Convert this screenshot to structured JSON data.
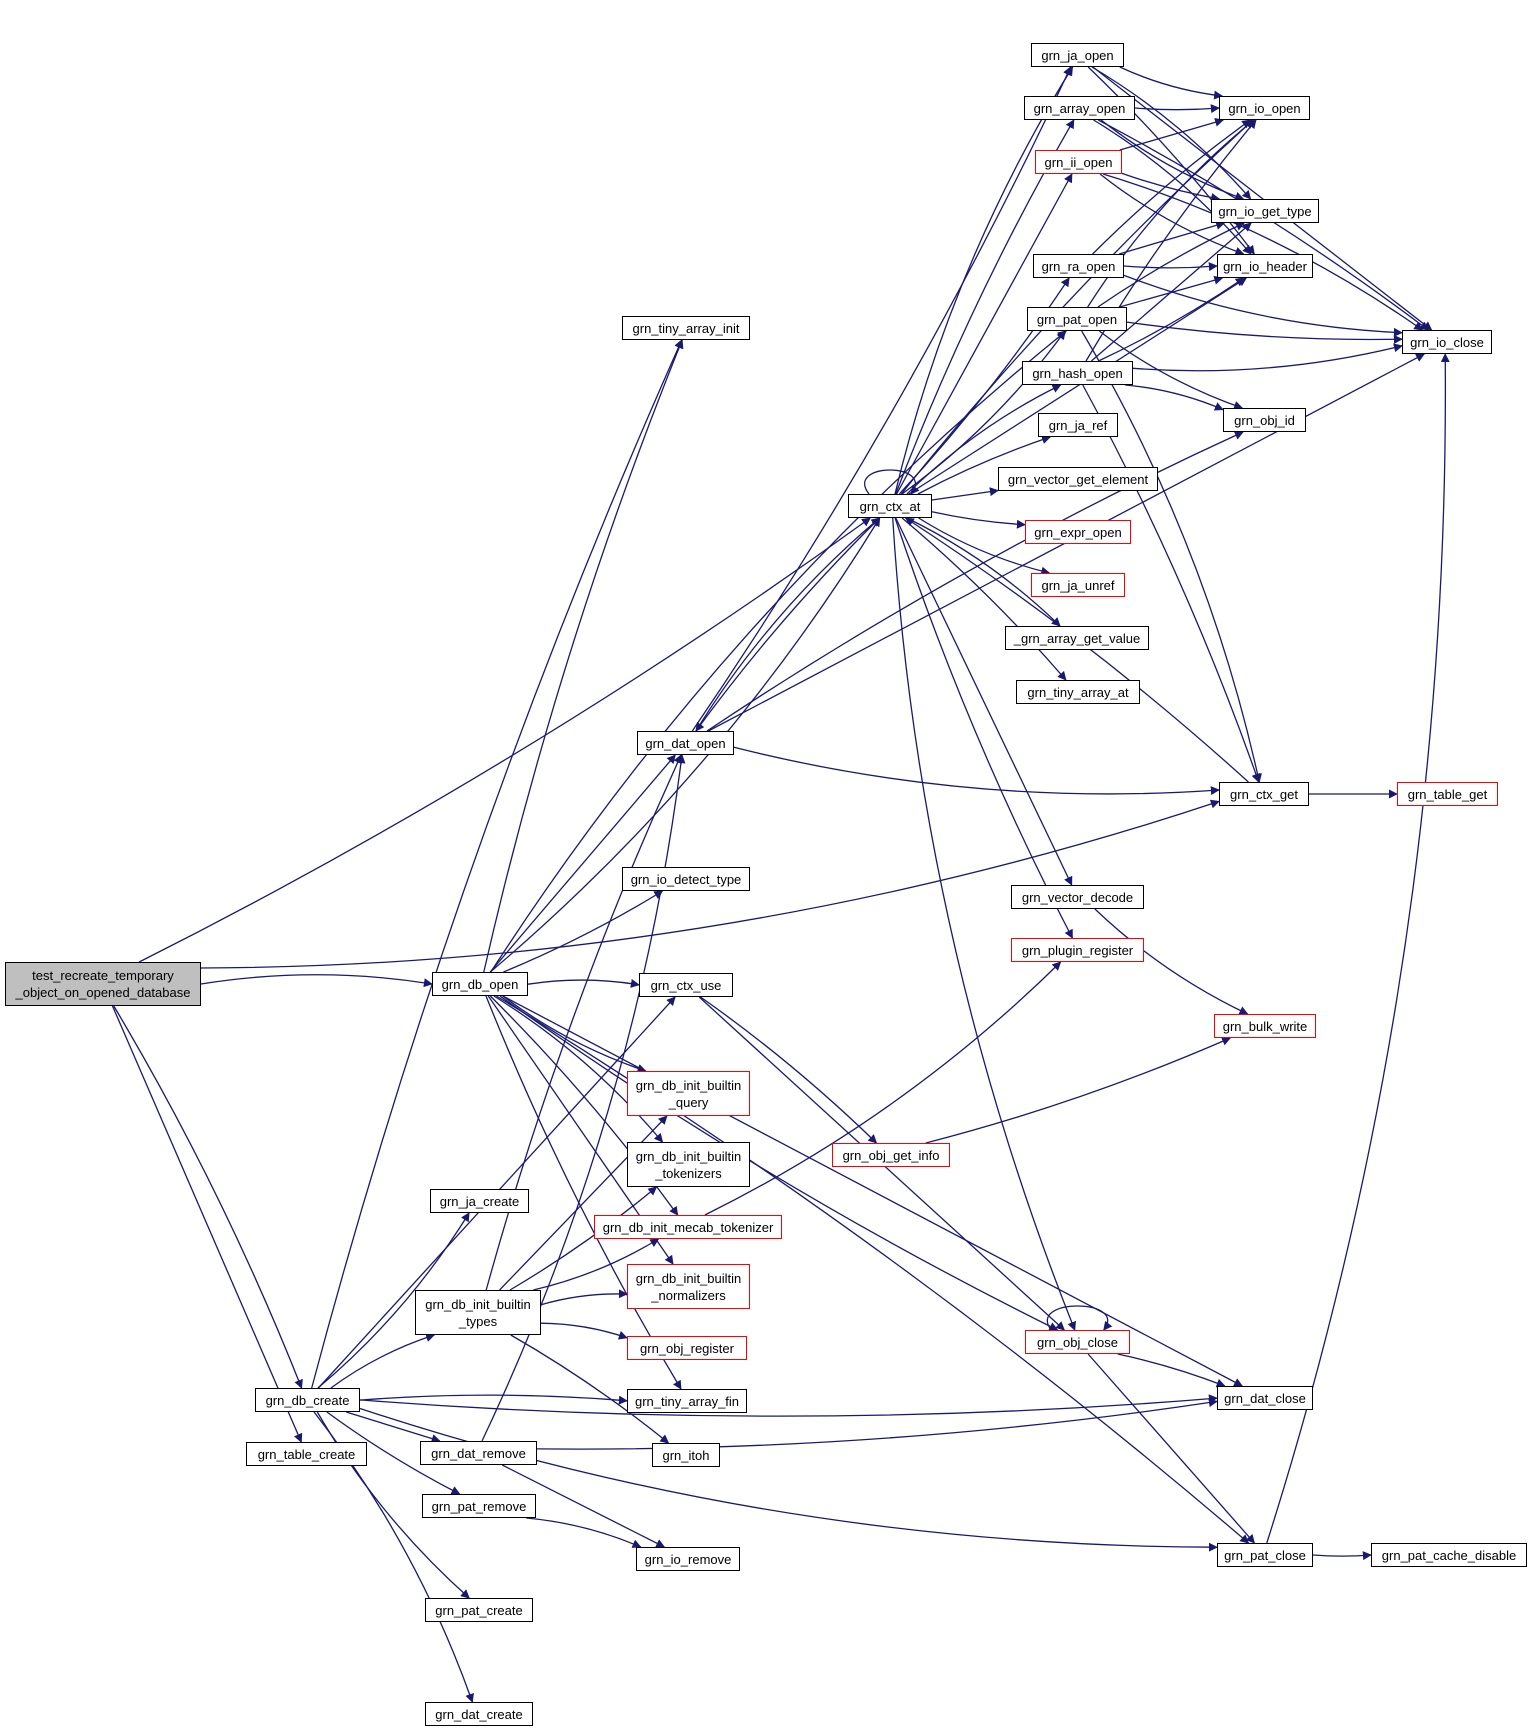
{
  "diagram": {
    "type": "call-graph",
    "colors": {
      "edge": "#191970",
      "node_border": "#000000",
      "missing_doc_border": "#ff0000",
      "root_fill": "#bfbfbf"
    },
    "nodes": {
      "root": {
        "label": "test_recreate_temporary\n_object_on_opened_database",
        "style": "root"
      },
      "grn_db_open": {
        "label": "grn_db_open",
        "style": "normal"
      },
      "grn_db_create": {
        "label": "grn_db_create",
        "style": "normal"
      },
      "grn_table_create": {
        "label": "grn_table_create",
        "style": "normal"
      },
      "grn_ctx_at": {
        "label": "grn_ctx_at",
        "style": "normal"
      },
      "grn_tiny_array_init": {
        "label": "grn_tiny_array_init",
        "style": "normal"
      },
      "grn_dat_open": {
        "label": "grn_dat_open",
        "style": "normal"
      },
      "grn_ctx_get": {
        "label": "grn_ctx_get",
        "style": "normal"
      },
      "grn_io_detect_type": {
        "label": "grn_io_detect_type",
        "style": "normal"
      },
      "grn_ctx_use": {
        "label": "grn_ctx_use",
        "style": "normal"
      },
      "grn_db_init_builtin_query": {
        "label": "grn_db_init_builtin\n_query",
        "style": "red"
      },
      "grn_db_init_builtin_tokenizers": {
        "label": "grn_db_init_builtin\n_tokenizers",
        "style": "normal"
      },
      "grn_db_init_mecab_tokenizer": {
        "label": "grn_db_init_mecab_tokenizer",
        "style": "red"
      },
      "grn_db_init_builtin_normalizers": {
        "label": "grn_db_init_builtin\n_normalizers",
        "style": "red"
      },
      "grn_obj_register": {
        "label": "grn_obj_register",
        "style": "red"
      },
      "grn_tiny_array_fin": {
        "label": "grn_tiny_array_fin",
        "style": "normal"
      },
      "grn_db_init_builtin_types": {
        "label": "grn_db_init_builtin\n_types",
        "style": "normal"
      },
      "grn_ja_create": {
        "label": "grn_ja_create",
        "style": "normal"
      },
      "grn_dat_remove": {
        "label": "grn_dat_remove",
        "style": "normal"
      },
      "grn_pat_remove": {
        "label": "grn_pat_remove",
        "style": "normal"
      },
      "grn_pat_create": {
        "label": "grn_pat_create",
        "style": "normal"
      },
      "grn_dat_create": {
        "label": "grn_dat_create",
        "style": "normal"
      },
      "grn_itoh": {
        "label": "grn_itoh",
        "style": "normal"
      },
      "grn_io_remove": {
        "label": "grn_io_remove",
        "style": "normal"
      },
      "grn_obj_get_info": {
        "label": "grn_obj_get_info",
        "style": "red"
      },
      "grn_ja_open": {
        "label": "grn_ja_open",
        "style": "normal"
      },
      "grn_array_open": {
        "label": "grn_array_open",
        "style": "normal"
      },
      "grn_ii_open": {
        "label": "grn_ii_open",
        "style": "red"
      },
      "grn_ra_open": {
        "label": "grn_ra_open",
        "style": "normal"
      },
      "grn_pat_open": {
        "label": "grn_pat_open",
        "style": "normal"
      },
      "grn_hash_open": {
        "label": "grn_hash_open",
        "style": "normal"
      },
      "grn_ja_ref": {
        "label": "grn_ja_ref",
        "style": "normal"
      },
      "grn_vector_get_element": {
        "label": "grn_vector_get_element",
        "style": "normal"
      },
      "grn_expr_open": {
        "label": "grn_expr_open",
        "style": "red"
      },
      "grn_ja_unref": {
        "label": "grn_ja_unref",
        "style": "red"
      },
      "_grn_array_get_value": {
        "label": "_grn_array_get_value",
        "style": "normal"
      },
      "grn_tiny_array_at": {
        "label": "grn_tiny_array_at",
        "style": "normal"
      },
      "grn_vector_decode": {
        "label": "grn_vector_decode",
        "style": "normal"
      },
      "grn_plugin_register": {
        "label": "grn_plugin_register",
        "style": "red"
      },
      "grn_obj_close": {
        "label": "grn_obj_close",
        "style": "red"
      },
      "grn_io_open": {
        "label": "grn_io_open",
        "style": "normal"
      },
      "grn_io_get_type": {
        "label": "grn_io_get_type",
        "style": "normal"
      },
      "grn_io_header": {
        "label": "grn_io_header",
        "style": "normal"
      },
      "grn_io_close": {
        "label": "grn_io_close",
        "style": "normal"
      },
      "grn_obj_id": {
        "label": "grn_obj_id",
        "style": "normal"
      },
      "grn_table_get": {
        "label": "grn_table_get",
        "style": "red"
      },
      "grn_bulk_write": {
        "label": "grn_bulk_write",
        "style": "red"
      },
      "grn_dat_close": {
        "label": "grn_dat_close",
        "style": "normal"
      },
      "grn_pat_close": {
        "label": "grn_pat_close",
        "style": "normal"
      },
      "grn_pat_cache_disable": {
        "label": "grn_pat_cache_disable",
        "style": "normal"
      }
    },
    "edges": [
      [
        "root",
        "grn_db_open"
      ],
      [
        "root",
        "grn_db_create"
      ],
      [
        "root",
        "grn_table_create"
      ],
      [
        "root",
        "grn_ctx_at"
      ],
      [
        "root",
        "grn_ctx_get"
      ],
      [
        "grn_db_open",
        "grn_ctx_use"
      ],
      [
        "grn_db_open",
        "grn_tiny_array_init"
      ],
      [
        "grn_db_open",
        "grn_dat_open"
      ],
      [
        "grn_db_open",
        "grn_io_detect_type"
      ],
      [
        "grn_db_open",
        "grn_db_init_builtin_query"
      ],
      [
        "grn_db_open",
        "grn_db_init_builtin_tokenizers"
      ],
      [
        "grn_db_open",
        "grn_db_init_mecab_tokenizer"
      ],
      [
        "grn_db_open",
        "grn_db_init_builtin_normalizers"
      ],
      [
        "grn_db_open",
        "grn_tiny_array_fin"
      ],
      [
        "grn_db_open",
        "grn_ctx_at"
      ],
      [
        "grn_db_open",
        "grn_pat_open"
      ],
      [
        "grn_db_open",
        "grn_pat_close"
      ],
      [
        "grn_db_open",
        "grn_dat_close"
      ],
      [
        "grn_db_open",
        "grn_obj_close"
      ],
      [
        "grn_db_create",
        "grn_ja_create"
      ],
      [
        "grn_db_create",
        "grn_db_init_builtin_types"
      ],
      [
        "grn_db_create",
        "grn_tiny_array_fin"
      ],
      [
        "grn_db_create",
        "grn_dat_remove"
      ],
      [
        "grn_db_create",
        "grn_pat_remove"
      ],
      [
        "grn_db_create",
        "grn_pat_create"
      ],
      [
        "grn_db_create",
        "grn_dat_create"
      ],
      [
        "grn_db_create",
        "grn_tiny_array_init"
      ],
      [
        "grn_db_create",
        "grn_ctx_use"
      ],
      [
        "grn_db_create",
        "grn_dat_close"
      ],
      [
        "grn_db_create",
        "grn_pat_close"
      ],
      [
        "grn_db_init_builtin_types",
        "grn_obj_register"
      ],
      [
        "grn_db_init_builtin_types",
        "grn_itoh"
      ],
      [
        "grn_db_init_builtin_types",
        "grn_db_init_builtin_query"
      ],
      [
        "grn_db_init_builtin_types",
        "grn_db_init_builtin_tokenizers"
      ],
      [
        "grn_db_init_builtin_types",
        "grn_db_init_mecab_tokenizer"
      ],
      [
        "grn_db_init_builtin_types",
        "grn_db_init_builtin_normalizers"
      ],
      [
        "grn_db_init_builtin_types",
        "grn_dat_open"
      ],
      [
        "grn_dat_remove",
        "grn_io_remove"
      ],
      [
        "grn_dat_remove",
        "grn_dat_close"
      ],
      [
        "grn_dat_remove",
        "grn_dat_open"
      ],
      [
        "grn_pat_remove",
        "grn_io_remove"
      ],
      [
        "grn_ctx_use",
        "grn_obj_get_info"
      ],
      [
        "grn_ctx_use",
        "grn_obj_close"
      ],
      [
        "grn_obj_get_info",
        "grn_bulk_write"
      ],
      [
        "grn_db_init_mecab_tokenizer",
        "grn_plugin_register"
      ],
      [
        "grn_dat_open",
        "grn_ctx_at"
      ],
      [
        "grn_dat_open",
        "grn_obj_id"
      ],
      [
        "grn_dat_open",
        "grn_io_close"
      ],
      [
        "grn_dat_open",
        "grn_ja_open"
      ],
      [
        "grn_dat_open",
        "grn_ctx_get"
      ],
      [
        "grn_ctx_at",
        "grn_ja_open"
      ],
      [
        "grn_ctx_at",
        "grn_array_open"
      ],
      [
        "grn_ctx_at",
        "grn_ii_open"
      ],
      [
        "grn_ctx_at",
        "grn_ra_open"
      ],
      [
        "grn_ctx_at",
        "grn_pat_open"
      ],
      [
        "grn_ctx_at",
        "grn_hash_open"
      ],
      [
        "grn_ctx_at",
        "grn_ja_ref"
      ],
      [
        "grn_ctx_at",
        "grn_vector_get_element"
      ],
      [
        "grn_ctx_at",
        "grn_expr_open"
      ],
      [
        "grn_ctx_at",
        "grn_ja_unref"
      ],
      [
        "grn_ctx_at",
        "_grn_array_get_value"
      ],
      [
        "grn_ctx_at",
        "grn_tiny_array_at"
      ],
      [
        "grn_ctx_at",
        "grn_vector_decode"
      ],
      [
        "grn_ctx_at",
        "grn_plugin_register"
      ],
      [
        "grn_ctx_at",
        "grn_obj_close"
      ],
      [
        "grn_ctx_at",
        "grn_ctx_at"
      ],
      [
        "grn_ctx_at",
        "grn_io_open"
      ],
      [
        "grn_ctx_at",
        "grn_io_header"
      ],
      [
        "grn_ctx_at",
        "grn_dat_open"
      ],
      [
        "grn_ja_open",
        "grn_io_open"
      ],
      [
        "grn_ja_open",
        "grn_io_get_type"
      ],
      [
        "grn_ja_open",
        "grn_io_header"
      ],
      [
        "grn_ja_open",
        "grn_io_close"
      ],
      [
        "grn_array_open",
        "grn_io_open"
      ],
      [
        "grn_array_open",
        "grn_io_get_type"
      ],
      [
        "grn_array_open",
        "grn_io_header"
      ],
      [
        "grn_array_open",
        "grn_io_close"
      ],
      [
        "grn_ii_open",
        "grn_io_open"
      ],
      [
        "grn_ii_open",
        "grn_io_get_type"
      ],
      [
        "grn_ii_open",
        "grn_io_header"
      ],
      [
        "grn_ii_open",
        "grn_io_close"
      ],
      [
        "grn_ra_open",
        "grn_io_open"
      ],
      [
        "grn_ra_open",
        "grn_io_get_type"
      ],
      [
        "grn_ra_open",
        "grn_io_header"
      ],
      [
        "grn_ra_open",
        "grn_io_close"
      ],
      [
        "grn_pat_open",
        "grn_io_open"
      ],
      [
        "grn_pat_open",
        "grn_io_get_type"
      ],
      [
        "grn_pat_open",
        "grn_io_header"
      ],
      [
        "grn_pat_open",
        "grn_io_close"
      ],
      [
        "grn_pat_open",
        "grn_obj_id"
      ],
      [
        "grn_pat_open",
        "grn_ctx_get"
      ],
      [
        "grn_hash_open",
        "grn_io_open"
      ],
      [
        "grn_hash_open",
        "grn_io_get_type"
      ],
      [
        "grn_hash_open",
        "grn_io_header"
      ],
      [
        "grn_hash_open",
        "grn_io_close"
      ],
      [
        "grn_hash_open",
        "grn_obj_id"
      ],
      [
        "grn_hash_open",
        "grn_ctx_get"
      ],
      [
        "grn_ctx_get",
        "grn_table_get"
      ],
      [
        "grn_ctx_get",
        "grn_ctx_at"
      ],
      [
        "grn_vector_decode",
        "grn_bulk_write"
      ],
      [
        "grn_obj_close",
        "grn_obj_close"
      ],
      [
        "grn_obj_close",
        "grn_dat_close"
      ],
      [
        "grn_obj_close",
        "grn_pat_close"
      ],
      [
        "grn_pat_close",
        "grn_pat_cache_disable"
      ],
      [
        "grn_pat_close",
        "grn_io_close"
      ]
    ]
  }
}
